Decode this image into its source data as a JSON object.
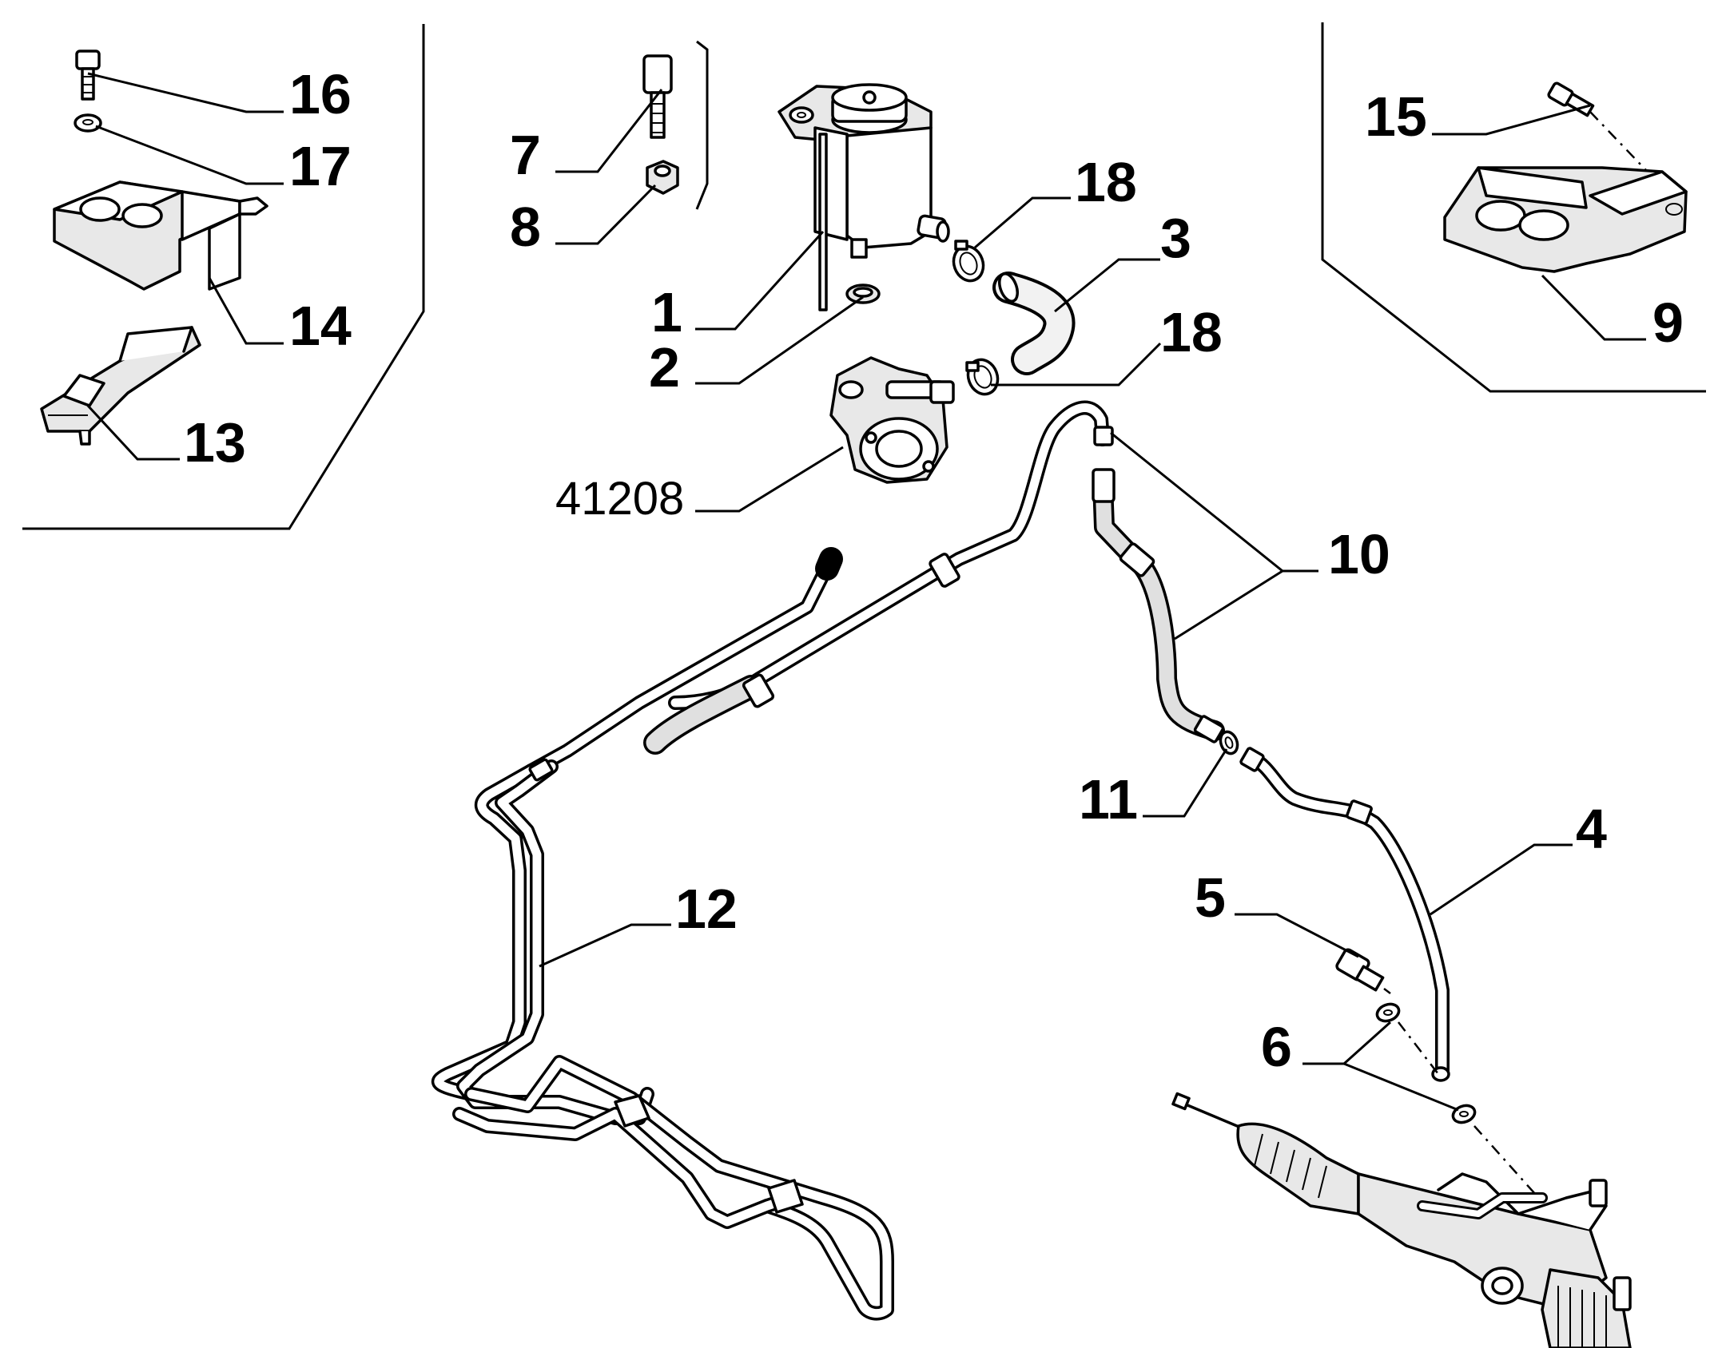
{
  "diagram": {
    "callouts": [
      {
        "id": "c16",
        "label": "16"
      },
      {
        "id": "c17",
        "label": "17"
      },
      {
        "id": "c14",
        "label": "14"
      },
      {
        "id": "c13",
        "label": "13"
      },
      {
        "id": "c7",
        "label": "7"
      },
      {
        "id": "c8",
        "label": "8"
      },
      {
        "id": "c1",
        "label": "1"
      },
      {
        "id": "c2",
        "label": "2"
      },
      {
        "id": "c41208",
        "label": "41208"
      },
      {
        "id": "c18a",
        "label": "18"
      },
      {
        "id": "c3",
        "label": "3"
      },
      {
        "id": "c18b",
        "label": "18"
      },
      {
        "id": "c15",
        "label": "15"
      },
      {
        "id": "c9",
        "label": "9"
      },
      {
        "id": "c10",
        "label": "10"
      },
      {
        "id": "c11",
        "label": "11"
      },
      {
        "id": "c4",
        "label": "4"
      },
      {
        "id": "c5",
        "label": "5"
      },
      {
        "id": "c6",
        "label": "6"
      },
      {
        "id": "c12",
        "label": "12"
      }
    ]
  }
}
